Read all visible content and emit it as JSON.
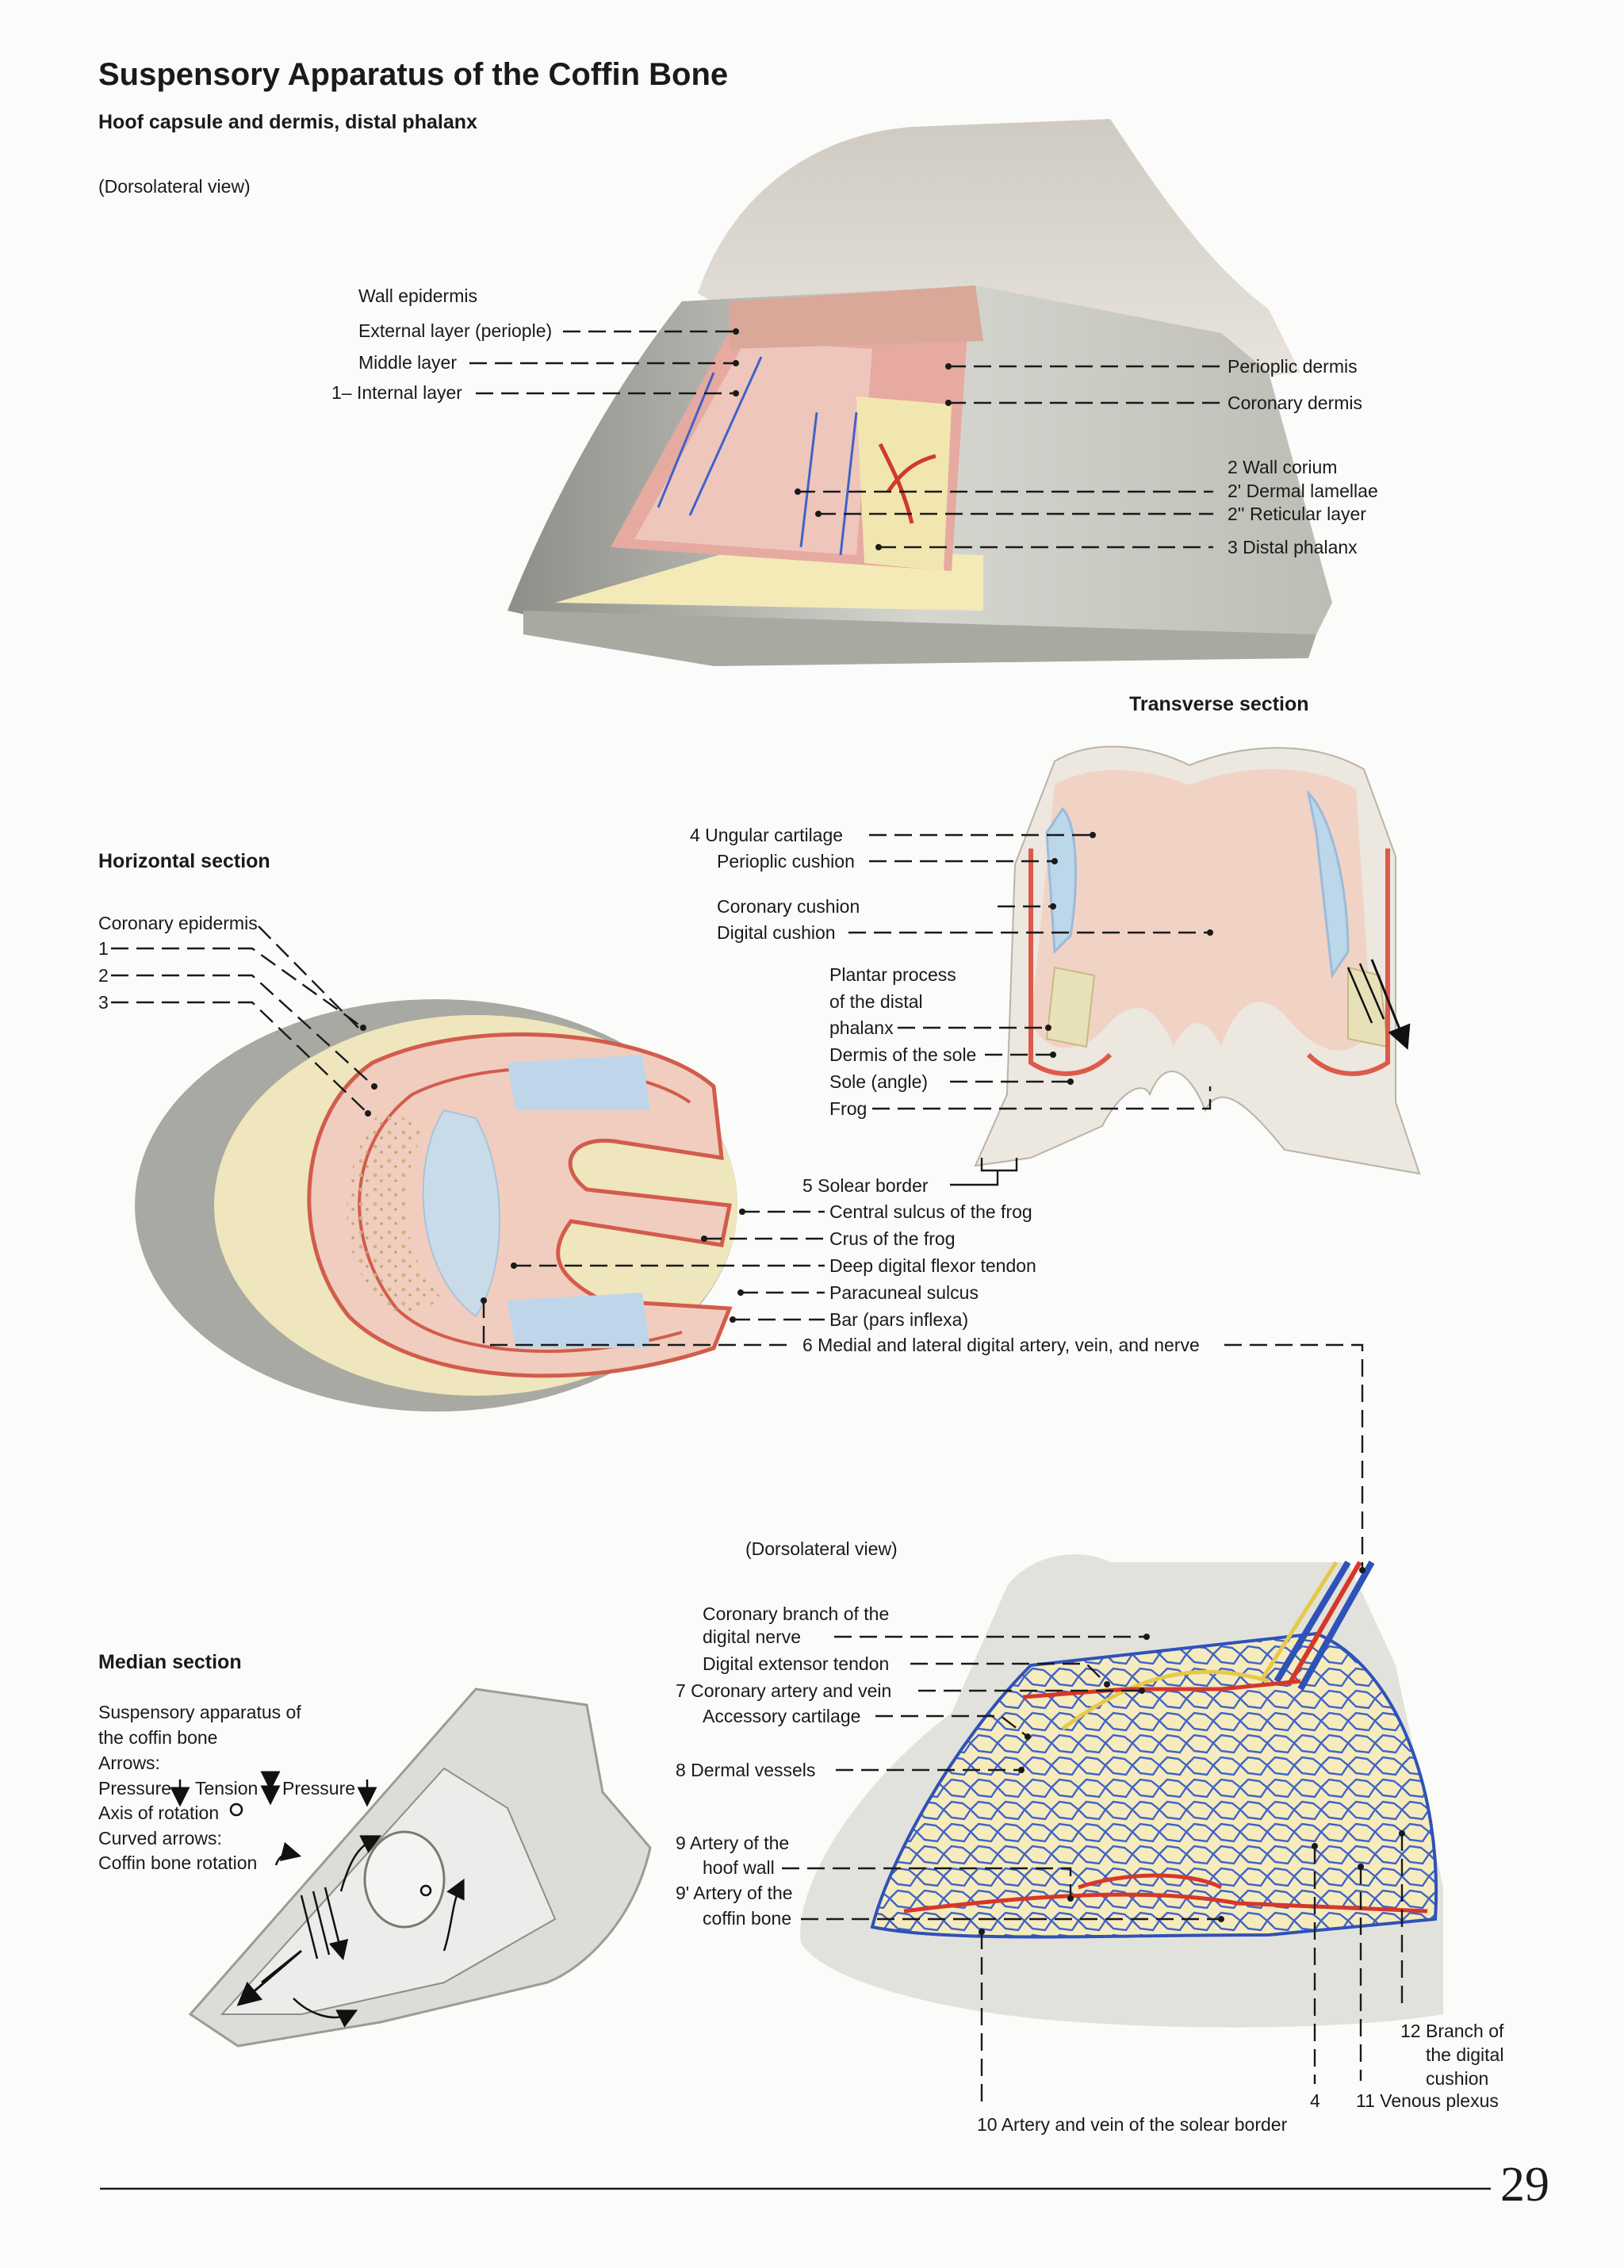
{
  "page": {
    "title": "Suspensory Apparatus of the Coffin Bone",
    "subtitle": "Hoof capsule and dermis, distal phalanx",
    "page_number": "29"
  },
  "fig1": {
    "view": "(Dorsolateral view)",
    "left_labels": {
      "wall_epidermis": "Wall epidermis",
      "external_layer": "External layer (periople)",
      "middle_layer": "Middle layer",
      "internal_layer": "1– Internal layer"
    },
    "right_labels": {
      "perioplic_dermis": "Perioplic dermis",
      "coronary_dermis": "Coronary dermis",
      "wall_corium": "2   Wall corium",
      "dermal_lamellae": "2'     Dermal lamellae",
      "reticular_layer": "2''    Reticular layer",
      "distal_phalanx": "3   Distal phalanx"
    }
  },
  "fig2": {
    "heading": "Transverse section",
    "labels": {
      "ungular_cartilage": "4   Ungular cartilage",
      "perioplic_cushion": "Perioplic cushion",
      "coronary_cushion": "Coronary cushion",
      "digital_cushion": "Digital cushion",
      "plantar_process_1": "Plantar process",
      "plantar_process_2": "of the distal",
      "plantar_process_3": "phalanx",
      "dermis_sole": "Dermis of the sole",
      "sole_angle": "Sole (angle)",
      "frog": "Frog"
    }
  },
  "fig3": {
    "heading": "Horizontal section",
    "labels": {
      "coronary_epidermis": "Coronary epidermis",
      "n1": "1",
      "n2": "2",
      "n3": "3",
      "solear_border": "5   Solear border",
      "central_sulcus": "Central sulcus of the frog",
      "crus": "Crus of the frog",
      "ddft": "Deep digital flexor tendon",
      "paracuneal": "Paracuneal sulcus",
      "bar": "Bar (pars inflexa)",
      "digital_avn": "6   Medial and lateral digital artery, vein, and nerve"
    }
  },
  "fig4": {
    "heading": "Median section",
    "legend": {
      "l1": "Suspensory apparatus of",
      "l2": "the coffin bone",
      "l3": "Arrows:",
      "pressure1": "Pressure",
      "tension": "Tension",
      "pressure2": "Pressure",
      "axis": "Axis of rotation",
      "curved": "Curved arrows:",
      "rotation": "Coffin bone rotation"
    }
  },
  "fig5": {
    "view": "(Dorsolateral view)",
    "labels": {
      "coronary_branch_1": "Coronary branch of the",
      "coronary_branch_2": "digital nerve",
      "digital_extensor": "Digital extensor tendon",
      "coronary_artery": "7   Coronary artery and vein",
      "accessory_cartilage": "Accessory cartilage",
      "dermal_vessels": "8   Dermal vessels",
      "artery_hoof_1": "9   Artery of the",
      "artery_hoof_2": "hoof wall",
      "artery_coffin_1": "9'  Artery of the",
      "artery_coffin_2": "coffin bone",
      "branch_1": "12 Branch of",
      "branch_2": "the digital",
      "branch_3": "cushion",
      "num4": "4",
      "venous": "11 Venous plexus",
      "solear_av": "10 Artery and vein of the solear border"
    }
  }
}
